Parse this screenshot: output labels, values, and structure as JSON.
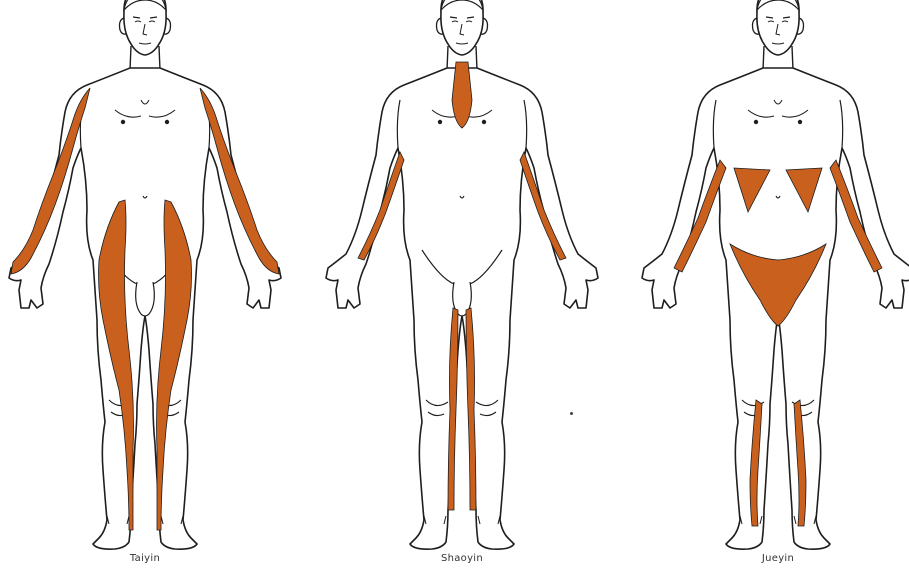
{
  "figures": [
    {
      "caption": "Taiyin"
    },
    {
      "caption": "Shaoyin"
    },
    {
      "caption": "Jueyin"
    }
  ],
  "colors": {
    "channel": "#c9601e",
    "outline": "#1e1e1e",
    "skin": "#ffffff"
  }
}
